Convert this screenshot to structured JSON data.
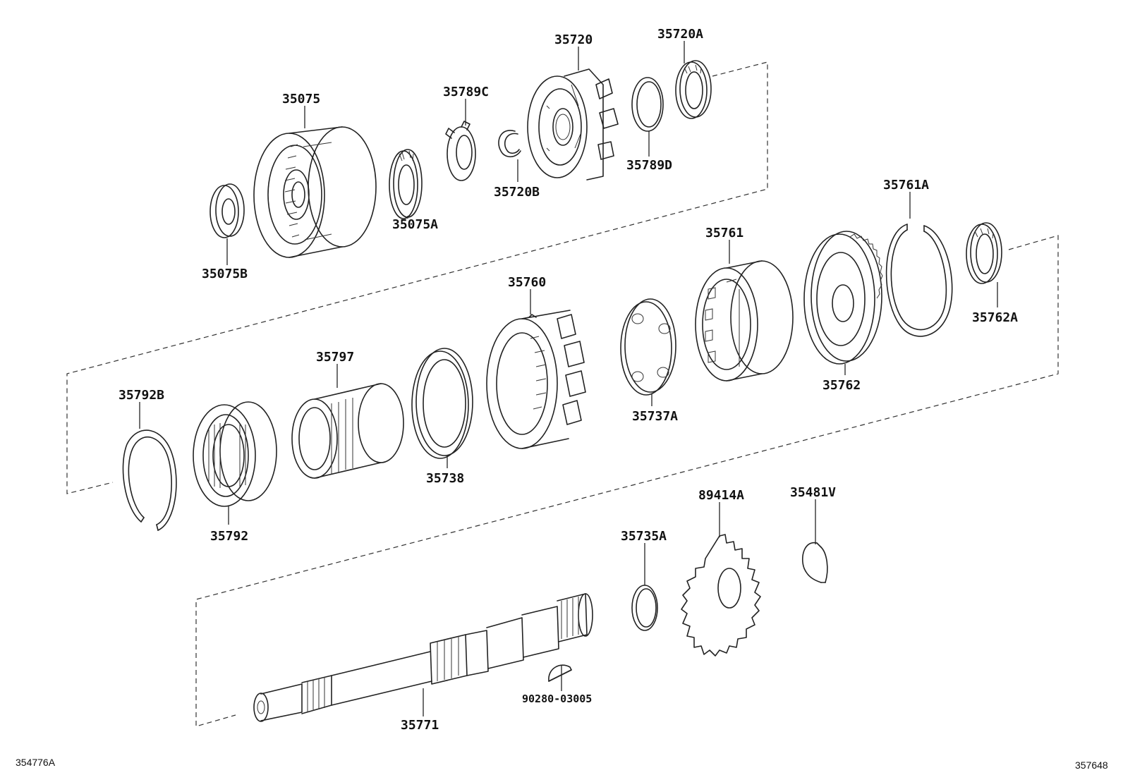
{
  "parts": {
    "p35075": "35075",
    "p35075B": "35075B",
    "p35075A": "35075A",
    "p35789C": "35789C",
    "p35720B": "35720B",
    "p35720": "35720",
    "p35720A": "35720A",
    "p35789D": "35789D",
    "p35761A": "35761A",
    "p35761": "35761",
    "p35762A": "35762A",
    "p35762": "35762",
    "p35760": "35760",
    "p35737A": "35737A",
    "p35797": "35797",
    "p35738": "35738",
    "p35792B": "35792B",
    "p35792": "35792",
    "p89414A": "89414A",
    "p35481V": "35481V",
    "p35735A": "35735A",
    "p90280": "90280-03005",
    "p35771": "35771"
  },
  "corner_codes": {
    "left": "354776A",
    "right": "357648"
  }
}
